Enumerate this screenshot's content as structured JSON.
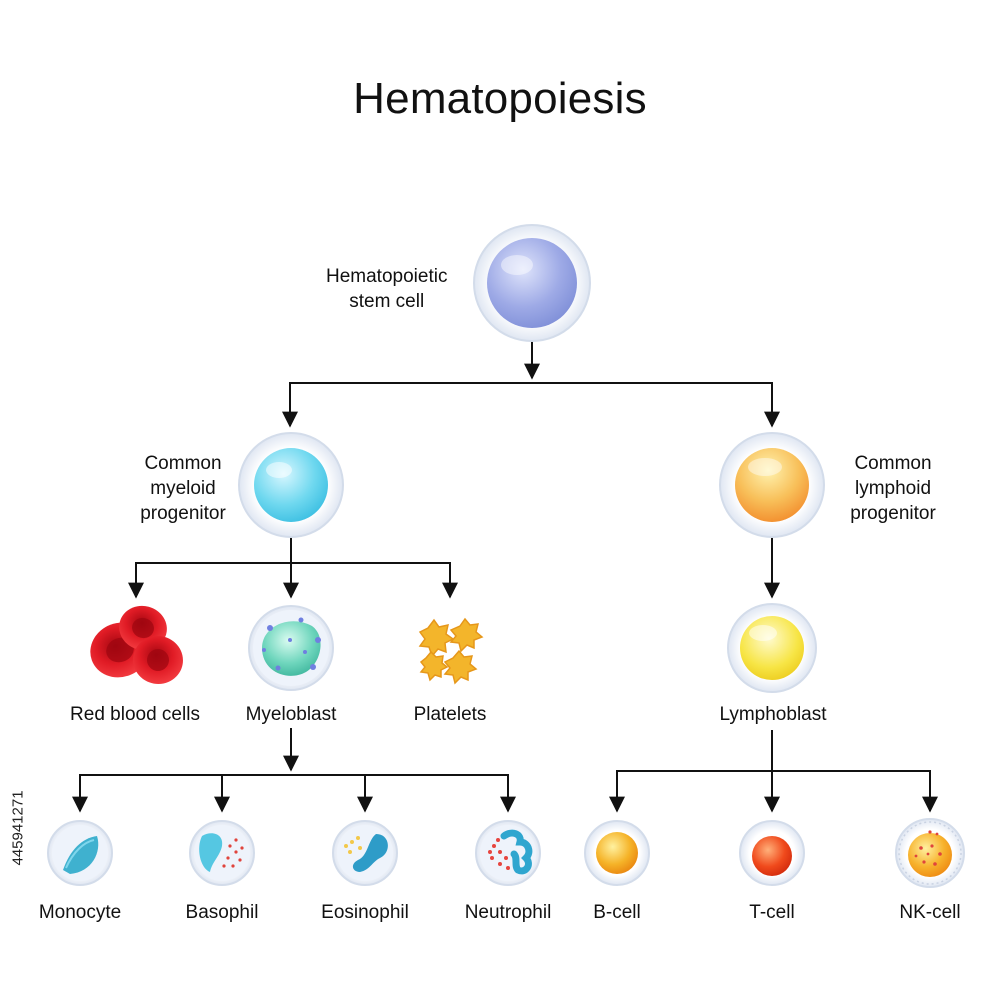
{
  "title": "Hematopoiesis",
  "stock_id": "445941271",
  "labels": {
    "stem_cell": [
      "Hematopoietic",
      "stem cell"
    ],
    "myeloid": [
      "Common",
      "myeloid",
      "progenitor"
    ],
    "lymphoid": [
      "Common",
      "lymphoid",
      "progenitor"
    ],
    "red_blood_cells": "Red blood cells",
    "myeloblast": "Myeloblast",
    "platelets": "Platelets",
    "lymphoblast": "Lymphoblast",
    "monocyte": "Monocyte",
    "basophil": "Basophil",
    "eosinophil": "Eosinophil",
    "neutrophil": "Neutrophil",
    "b_cell": "B-cell",
    "t_cell": "T-cell",
    "nk_cell": "NK-cell"
  },
  "colors": {
    "stem": "#8f9ee3",
    "myeloid": "#5fd3ec",
    "lymphoid": "#f6a43a",
    "rbc": "#d8131f",
    "myeloblast": "#4ec9b0",
    "platelet": "#f2b22c",
    "lymphoblast": "#f5e23a",
    "monocyte": "#3fb1cf",
    "bcell": "#f2a21c",
    "tcell": "#ea3a14",
    "nkcell": "#f5a31e"
  }
}
